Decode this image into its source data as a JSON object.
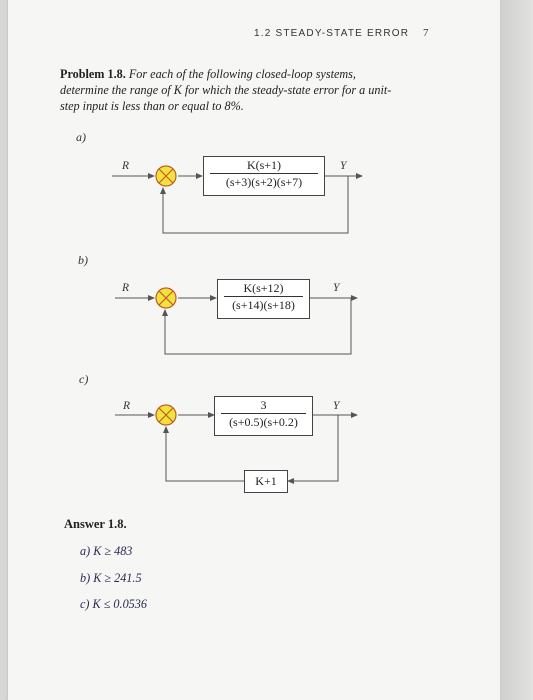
{
  "header": {
    "section": "1.2 STEADY-STATE ERROR",
    "page_number": "7"
  },
  "problem": {
    "title": "Problem 1.8.",
    "text": "For each of the following closed-loop systems, determine the range of K for which the steady-state error for a unit-step input is less than or equal to 8%."
  },
  "diagrams": [
    {
      "label": "a)",
      "input": "R",
      "output": "Y",
      "tf_num": "K(s+1)",
      "tf_den": "(s+3)(s+2)(s+7)"
    },
    {
      "label": "b)",
      "input": "R",
      "output": "Y",
      "tf_num": "K(s+12)",
      "tf_den": "(s+14)(s+18)"
    },
    {
      "label": "c)",
      "input": "R",
      "output": "Y",
      "tf_num": "3",
      "tf_den": "(s+0.5)(s+0.2)",
      "feedback": "K+1"
    }
  ],
  "answer": {
    "title": "Answer 1.8.",
    "items": [
      "a) K ≥ 483",
      "b) K ≥ 241.5",
      "c) K ≤ 0.0536"
    ]
  },
  "colors": {
    "summer_fill": "#f2e23c",
    "summer_stroke": "#c25a2a",
    "page": "#f6f6f4"
  }
}
